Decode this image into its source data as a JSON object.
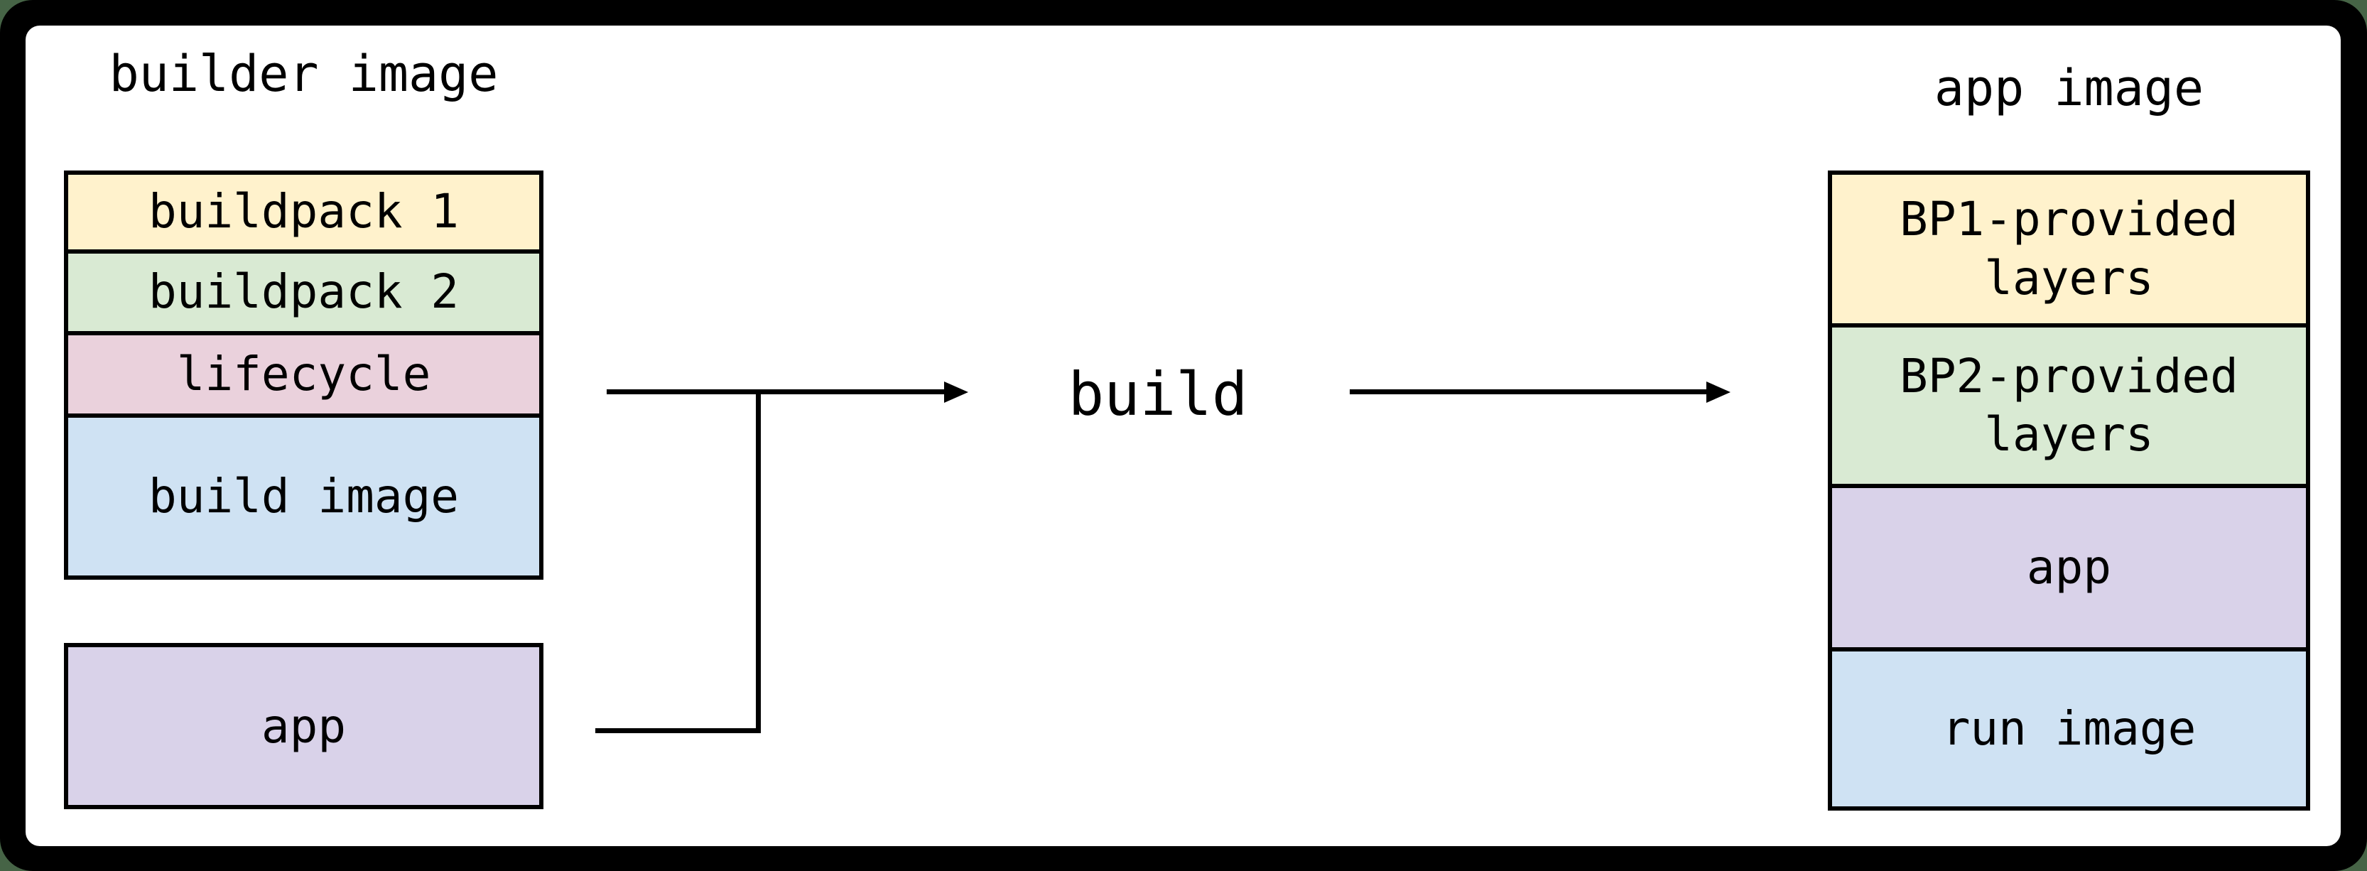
{
  "page": {
    "background_color": "#466446",
    "frame_color": "#000000",
    "canvas_color": "#FFFFFF",
    "line_color": "#000000"
  },
  "builder": {
    "title": "builder image",
    "layers": [
      {
        "label": "buildpack 1",
        "color": "#FFF2CC"
      },
      {
        "label": "buildpack 2",
        "color": "#D9EAD3"
      },
      {
        "label": "lifecycle",
        "color": "#EAD1DC"
      },
      {
        "label": "build image",
        "color": "#CFE2F3"
      }
    ],
    "app": {
      "label": "app",
      "color": "#D9D2E9"
    }
  },
  "process": {
    "label": "build"
  },
  "app_image": {
    "title": "app image",
    "layers": [
      {
        "label": "BP1-provided layers",
        "color": "#FFF2CC"
      },
      {
        "label": "BP2-provided layers",
        "color": "#D9EAD3"
      },
      {
        "label": "app",
        "color": "#D9D2E9"
      },
      {
        "label": "run image",
        "color": "#CFE2F3"
      }
    ]
  }
}
